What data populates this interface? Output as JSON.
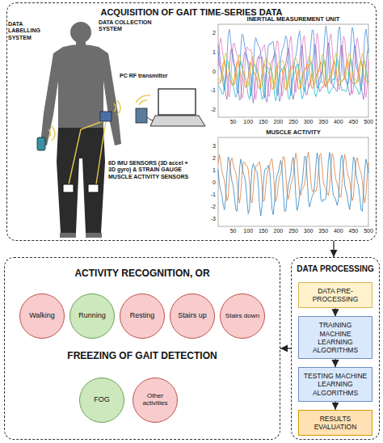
{
  "diagram": {
    "nodes": [
      {
        "text": [
          "ACQUISITION OF GAIT TIME-SERIES DATA"
        ]
      },
      {
        "text": [
          "DATA PROCESSING"
        ]
      },
      {
        "text": [
          "DATA PRE-PROCESSING"
        ],
        "in": 1
      },
      {
        "text": [
          "TRAINING MACHINE LEARNING ALGORITHMS"
        ],
        "in": 1
      },
      {
        "text": [
          "TESTING MACHINE LEARNING ALGORITHMS"
        ],
        "in": 1
      },
      {
        "text": [
          "RESULTS EVALUATION"
        ],
        "in": 1
      },
      {
        "text": [
          "ACTIVITY RECOGNITION, OR",
          "FREEZING OF GAIT DETECTION"
        ]
      },
      {
        "text": [
          "Walking"
        ],
        "in": 6
      },
      {
        "text": [
          "Running"
        ],
        "in": 6
      },
      {
        "text": [
          "Resting"
        ],
        "in": 6
      },
      {
        "text": [
          "Stairs up"
        ],
        "in": 6
      },
      {
        "text": [
          "Stairs down"
        ],
        "in": 6
      },
      {
        "text": [
          "FOG"
        ],
        "in": 6
      },
      {
        "text": [
          "Other activities"
        ],
        "in": 6
      }
    ],
    "edges": [
      {
        "from": 0,
        "to": 1,
        "arrow": "to"
      },
      {
        "from": 2,
        "to": 3,
        "arrow": "to"
      },
      {
        "from": 3,
        "to": 4,
        "arrow": "to"
      },
      {
        "from": 4,
        "to": 5,
        "arrow": "to"
      },
      {
        "from": 1,
        "to": 6,
        "arrow": "to"
      }
    ],
    "labels": [
      "DATA LABELLING SYSTEM",
      "DATA COLLECTION SYSTEM",
      "PC RF transmitter",
      "6D IMU SENSORS (3D accel + 3D gyro) & STRAIN GAUGE MUSCLE ACTIVITY SENSORS",
      "INERTIAL MEASUREMENT UNIT",
      "2",
      "1",
      "0",
      "-1",
      "-2",
      "50",
      "100",
      "150",
      "200",
      "250",
      "300",
      "350",
      "400",
      "450",
      "500",
      "MUSCLE ACTIVITY",
      "3",
      "2",
      "1",
      "0",
      "-1",
      "-2",
      "-3",
      "50",
      "100",
      "150",
      "200",
      "250",
      "300",
      "350",
      "400",
      "450",
      "500"
    ]
  }
}
